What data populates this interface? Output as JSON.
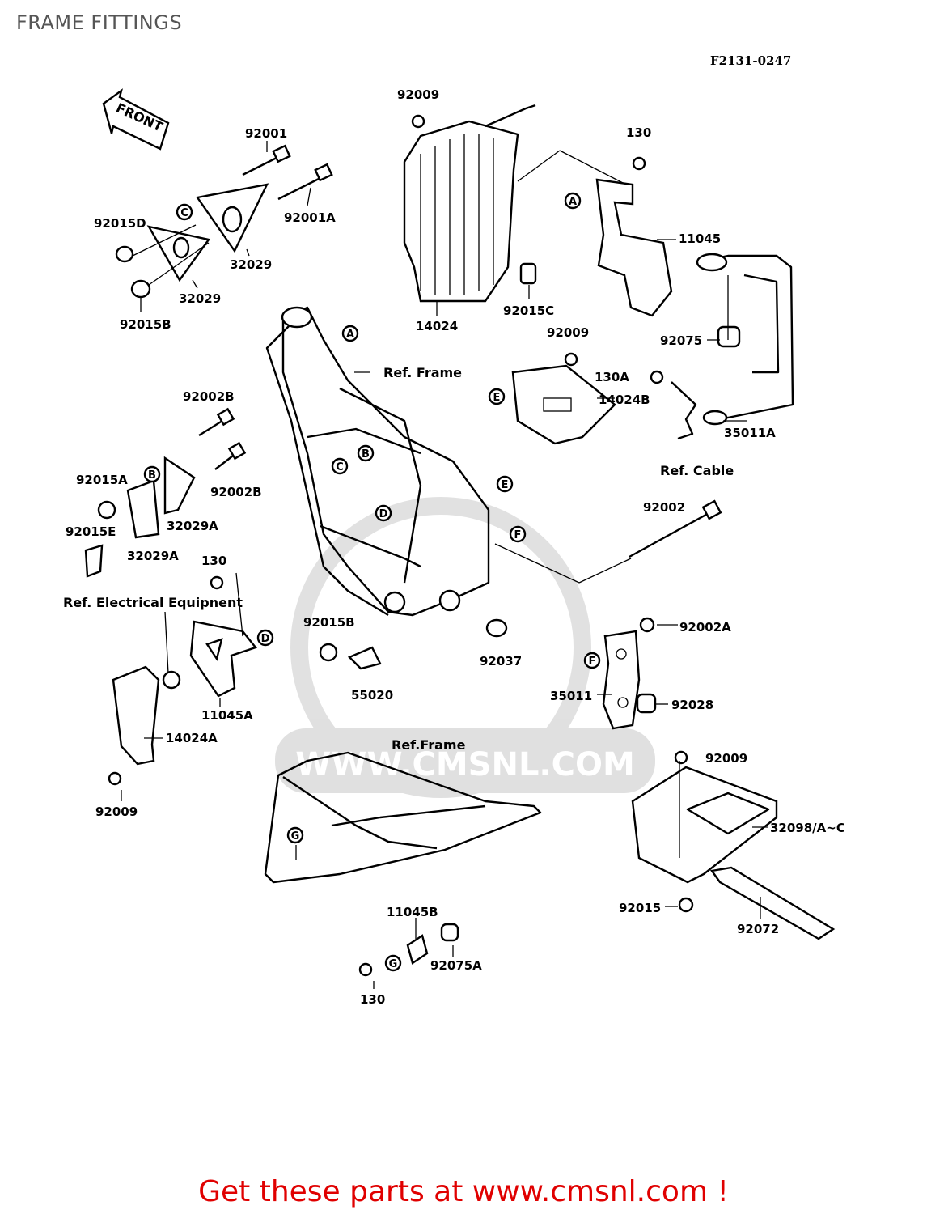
{
  "title": "FRAME FITTINGS",
  "diagram_code": "F2131-0247",
  "front_arrow": "FRONT",
  "footer": "Get these parts at www.cmsnl.com !",
  "watermark": "WWW.CMSNL.COM",
  "part_labels": {
    "p92009_top": "92009",
    "p92001": "92001",
    "p92001A": "92001A",
    "p92015D": "92015D",
    "p32029_a": "32029",
    "p32029_b": "32029",
    "p92015B_top": "92015B",
    "p14024": "14024",
    "p92015C": "92015C",
    "p130_top": "130",
    "p11045": "11045",
    "p92075": "92075",
    "p92009_mid": "92009",
    "p130A": "130A",
    "p14024B": "14024B",
    "p35011A": "35011A",
    "p92002B_a": "92002B",
    "p92002B_b": "92002B",
    "p92015A": "92015A",
    "p32029A_a": "32029A",
    "p92015E": "92015E",
    "p32029A_b": "32029A",
    "p130_left": "130",
    "p92002": "92002",
    "p92015B_mid": "92015B",
    "p92037": "92037",
    "p55020": "55020",
    "p11045A": "11045A",
    "p14024A": "14024A",
    "p92009_left": "92009",
    "p92002A": "92002A",
    "p35011": "35011",
    "p92028": "92028",
    "p92009_right": "92009",
    "p32098": "32098/A~C",
    "p92015": "92015",
    "p92072": "92072",
    "p11045B": "11045B",
    "p92075A": "92075A",
    "p130_bottom": "130"
  },
  "reference_labels": {
    "frame_main": "Ref. Frame",
    "cable": "Ref. Cable",
    "electrical": "Ref. Electrical Equipnent",
    "frame_sub": "Ref.Frame"
  },
  "callout_letters": {
    "A1": "A",
    "A2": "A",
    "B1": "B",
    "B2": "B",
    "C1": "C",
    "C2": "C",
    "D1": "D",
    "D2": "D",
    "E1": "E",
    "E2": "E",
    "F1": "F",
    "F2": "F",
    "G1": "G",
    "G2": "G"
  }
}
